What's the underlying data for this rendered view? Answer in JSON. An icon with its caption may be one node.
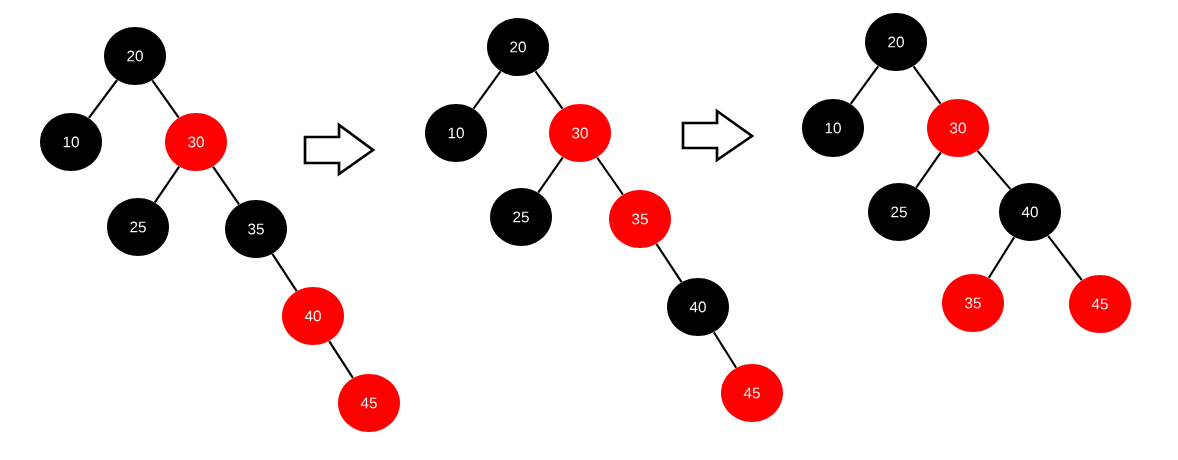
{
  "diagram": {
    "nodes": [
      {
        "text": [
          "20"
        ]
      },
      {
        "text": [
          "10"
        ]
      },
      {
        "text": [
          "30"
        ]
      },
      {
        "text": [
          "25"
        ]
      },
      {
        "text": [
          "35"
        ]
      },
      {
        "text": [
          "40"
        ]
      },
      {
        "text": [
          "45"
        ]
      },
      {
        "text": [
          "20"
        ]
      },
      {
        "text": [
          "10"
        ]
      },
      {
        "text": [
          "30"
        ]
      },
      {
        "text": [
          "25"
        ]
      },
      {
        "text": [
          "35"
        ]
      },
      {
        "text": [
          "40"
        ]
      },
      {
        "text": [
          "45"
        ]
      },
      {
        "text": [
          "20"
        ]
      },
      {
        "text": [
          "10"
        ]
      },
      {
        "text": [
          "30"
        ]
      },
      {
        "text": [
          "25"
        ]
      },
      {
        "text": [
          "40"
        ]
      },
      {
        "text": [
          "35"
        ]
      },
      {
        "text": [
          "45"
        ]
      }
    ],
    "edges": [
      {
        "from": 0,
        "to": 1,
        "arrow": "none"
      },
      {
        "from": 0,
        "to": 2,
        "arrow": "none"
      },
      {
        "from": 2,
        "to": 3,
        "arrow": "none"
      },
      {
        "from": 2,
        "to": 4,
        "arrow": "none"
      },
      {
        "from": 4,
        "to": 5,
        "arrow": "none"
      },
      {
        "from": 5,
        "to": 6,
        "arrow": "none"
      },
      {
        "from": 7,
        "to": 8,
        "arrow": "none"
      },
      {
        "from": 7,
        "to": 9,
        "arrow": "none"
      },
      {
        "from": 9,
        "to": 10,
        "arrow": "none"
      },
      {
        "from": 9,
        "to": 11,
        "arrow": "none"
      },
      {
        "from": 11,
        "to": 12,
        "arrow": "none"
      },
      {
        "from": 12,
        "to": 13,
        "arrow": "none"
      },
      {
        "from": 14,
        "to": 15,
        "arrow": "none"
      },
      {
        "from": 14,
        "to": 16,
        "arrow": "none"
      },
      {
        "from": 16,
        "to": 17,
        "arrow": "none"
      },
      {
        "from": 16,
        "to": 18,
        "arrow": "none"
      },
      {
        "from": 18,
        "to": 19,
        "arrow": "none"
      },
      {
        "from": 18,
        "to": 20,
        "arrow": "none"
      }
    ]
  }
}
